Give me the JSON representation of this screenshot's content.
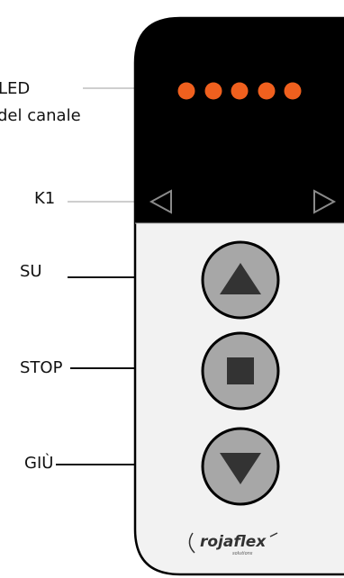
{
  "labels": {
    "led_line1": "LED",
    "led_line2": "del canale",
    "k1": "K1",
    "su": "SU",
    "stop": "STOP",
    "giu": "GIÙ"
  },
  "brand": {
    "logo_text": "rojaflex",
    "logo_subtext": "solutions"
  },
  "leds": {
    "count": 5,
    "color": "#F0601E"
  },
  "colors": {
    "remote_top": "#000000",
    "remote_bottom": "#F2F2F2",
    "button_fill": "#A7A7A7",
    "button_icon": "#333333",
    "outline": "#000000",
    "leader_grey": "#BDBDBD"
  },
  "buttons": [
    {
      "name": "up-button",
      "icon": "triangle-up-icon"
    },
    {
      "name": "stop-button",
      "icon": "square-stop-icon"
    },
    {
      "name": "down-button",
      "icon": "triangle-down-icon"
    }
  ]
}
